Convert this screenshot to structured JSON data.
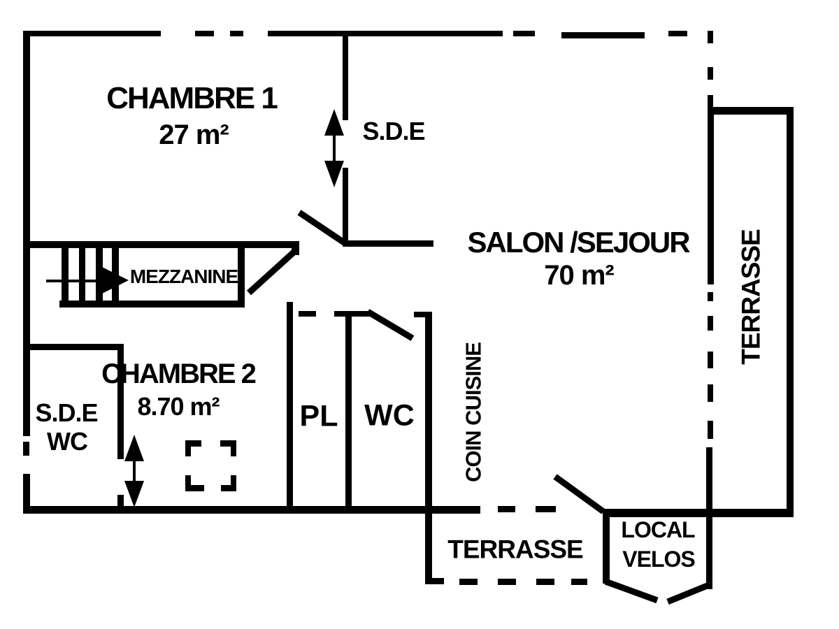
{
  "colors": {
    "wall": "#000000",
    "background": "#ffffff"
  },
  "rooms": {
    "chambre1": {
      "name": "CHAMBRE 1",
      "area": "27 m²"
    },
    "sde": {
      "name": "S.D.E"
    },
    "salon": {
      "name": "SALON /SEJOUR",
      "area": "70 m²"
    },
    "mezzanine": {
      "name": "MEZZANINE"
    },
    "chambre2": {
      "name": "CHAMBRE 2",
      "area": "8.70 m²"
    },
    "sde_wc": {
      "line1": "S.D.E",
      "line2": "WC"
    },
    "pl": {
      "name": "PL"
    },
    "wc": {
      "name": "WC"
    },
    "coin_cuisine": {
      "name": "COIN CUISINE"
    },
    "terrasse_right": {
      "name": "TERRASSE"
    },
    "terrasse_bottom": {
      "name": "TERRASSE"
    },
    "local_velos": {
      "line1": "LOCAL",
      "line2": "VELOS"
    }
  }
}
